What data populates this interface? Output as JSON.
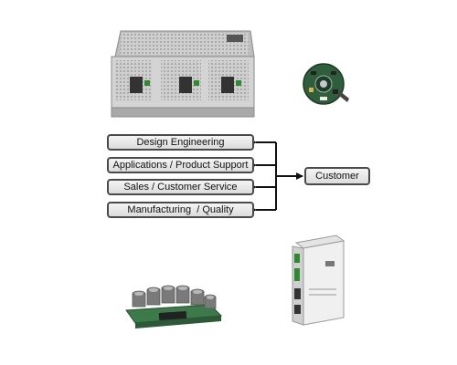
{
  "diagram": {
    "functions": [
      {
        "label": "Design Engineering"
      },
      {
        "label": "Applications / Product Support"
      },
      {
        "label": "Sales / Customer Service"
      },
      {
        "label": "Manufacturing  / Quality"
      }
    ],
    "hub": {
      "label": "Customer"
    },
    "colors": {
      "box_border": "#4a4a4a",
      "connector": "#111111",
      "box_fill": "#e8e8e8"
    }
  },
  "images": [
    {
      "name": "servo-drive-chassis-image"
    },
    {
      "name": "circular-encoder-board-image"
    },
    {
      "name": "capacitor-power-board-image"
    },
    {
      "name": "panel-mount-drive-image"
    }
  ]
}
